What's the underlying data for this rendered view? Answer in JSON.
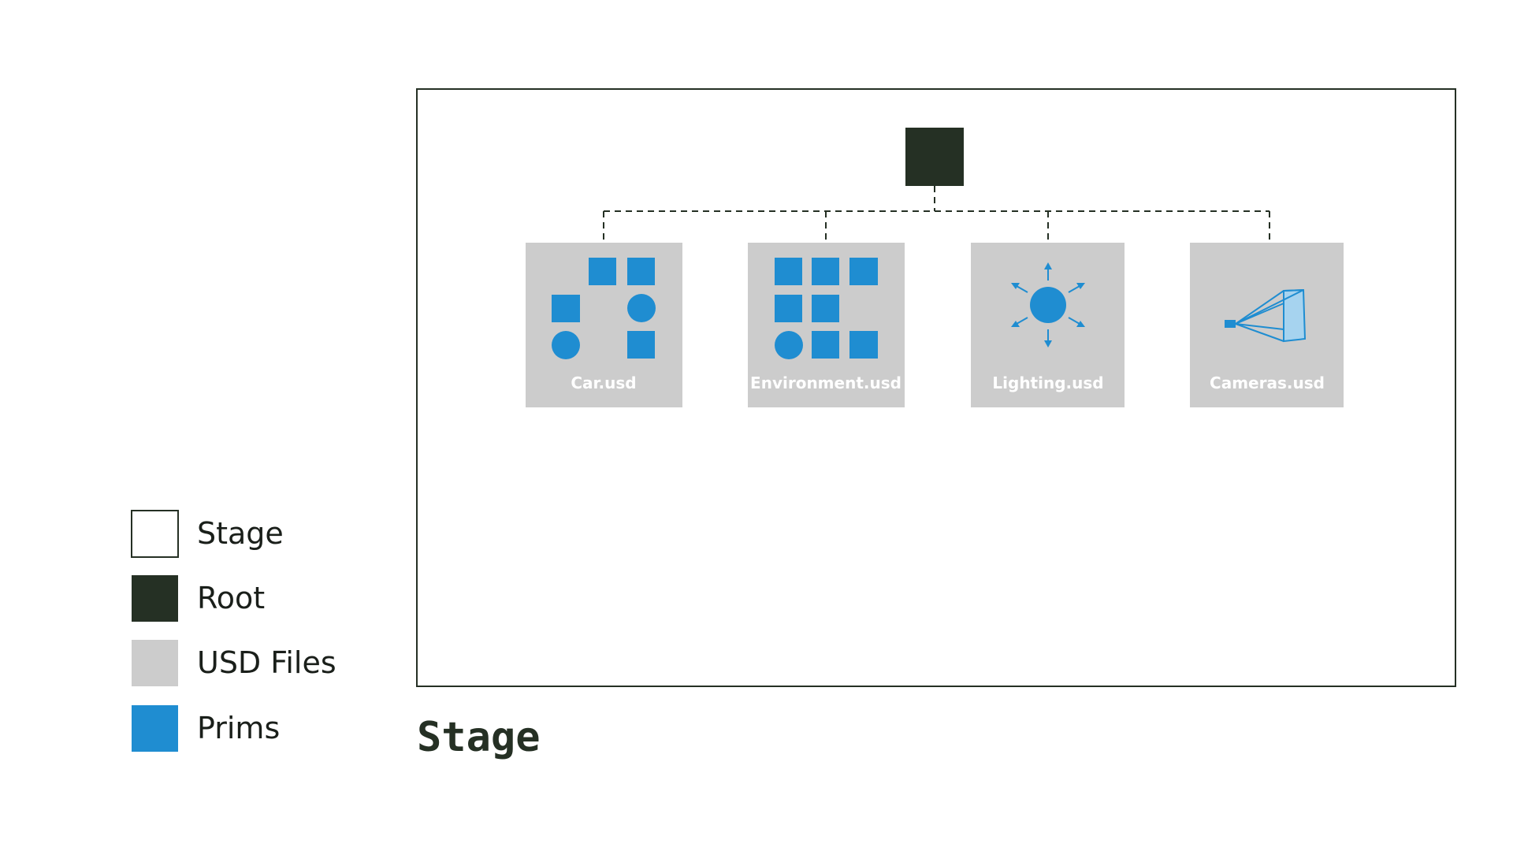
{
  "colors": {
    "stage_fill": "#ffffff",
    "stage_border": "#253024",
    "root": "#253024",
    "usd_file": "#cccccc",
    "prim": "#1f8dd1",
    "prim_light": "#a6d3ef",
    "connector": "#253024"
  },
  "stage": {
    "title": "Stage"
  },
  "root": {
    "name": "root-node"
  },
  "files": [
    {
      "id": "car",
      "label": "Car.usd",
      "icon": "prim-shapes-icon"
    },
    {
      "id": "environment",
      "label": "Environment.usd",
      "icon": "prim-grid-icon"
    },
    {
      "id": "lighting",
      "label": "Lighting.usd",
      "icon": "light-icon"
    },
    {
      "id": "cameras",
      "label": "Cameras.usd",
      "icon": "camera-icon"
    }
  ],
  "legend": [
    {
      "id": "stage",
      "label": "Stage"
    },
    {
      "id": "root",
      "label": "Root"
    },
    {
      "id": "usd-files",
      "label": "USD Files"
    },
    {
      "id": "prims",
      "label": "Prims"
    }
  ]
}
